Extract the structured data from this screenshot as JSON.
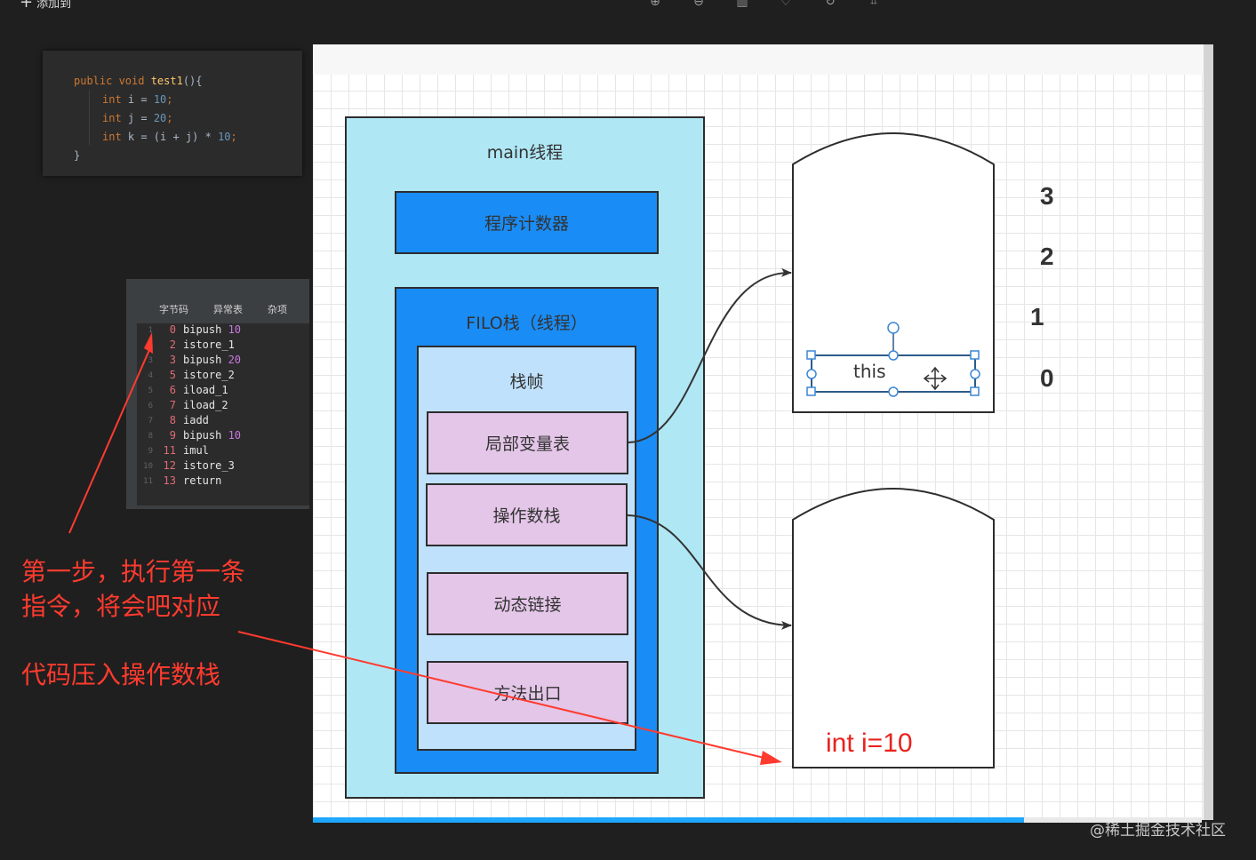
{
  "toolbar": {
    "add_label": "添加到",
    "icons": [
      "zoom-in-icon",
      "zoom-out-icon",
      "delete-icon",
      "heart-icon",
      "share-icon",
      "crop-icon"
    ]
  },
  "code": {
    "line1": {
      "kw": "public void ",
      "fn": "test1",
      "rest": "(){"
    },
    "line2": {
      "kw": "int ",
      "plain": "i = ",
      "num": "10",
      "end": ";"
    },
    "line3": {
      "kw": "int ",
      "plain": "j = ",
      "num": "20",
      "end": ";"
    },
    "line4": {
      "kw": "int ",
      "plain": "k = (i + j) * ",
      "num": "10",
      "end": ";"
    },
    "line5": "}"
  },
  "bytecode": {
    "tabs": [
      "字节码",
      "异常表",
      "杂项"
    ],
    "rows": [
      {
        "ln": "1",
        "off": "0",
        "op": "bipush ",
        "arg": "10"
      },
      {
        "ln": "2",
        "off": "2",
        "op": "istore_1",
        "arg": ""
      },
      {
        "ln": "3",
        "off": "3",
        "op": "bipush ",
        "arg": "20"
      },
      {
        "ln": "4",
        "off": "5",
        "op": "istore_2",
        "arg": ""
      },
      {
        "ln": "5",
        "off": "6",
        "op": "iload_1",
        "arg": ""
      },
      {
        "ln": "6",
        "off": "7",
        "op": "iload_2",
        "arg": ""
      },
      {
        "ln": "7",
        "off": "8",
        "op": "iadd",
        "arg": ""
      },
      {
        "ln": "8",
        "off": "9",
        "op": "bipush ",
        "arg": "10"
      },
      {
        "ln": "9",
        "off": "11",
        "op": "imul",
        "arg": ""
      },
      {
        "ln": "10",
        "off": "12",
        "op": "istore_3",
        "arg": ""
      },
      {
        "ln": "11",
        "off": "13",
        "op": "return",
        "arg": ""
      }
    ]
  },
  "diagram": {
    "main_thread": "main线程",
    "program_counter": "程序计数器",
    "filo_stack": "FILO栈（线程）",
    "stack_frame": "栈帧",
    "local_vars": "局部变量表",
    "operand_stack": "操作数栈",
    "dynamic_link": "动态链接",
    "method_exit": "方法出口",
    "slot_labels": [
      "3",
      "2",
      "1",
      "0"
    ],
    "this_label": "this",
    "operand_value": "int i=10",
    "colors": {
      "main": "#b0e7f5",
      "blue": "#1a8cf5",
      "frame": "#bfe1fb",
      "pink": "#e4c6e8",
      "annotation": "#ff3b2f"
    }
  },
  "annotation": {
    "line1": "第一步，执行第一条",
    "line2": "指令，将会吧对应",
    "line3": "代码压入操作数栈"
  },
  "watermark": "@稀土掘金技术社区"
}
